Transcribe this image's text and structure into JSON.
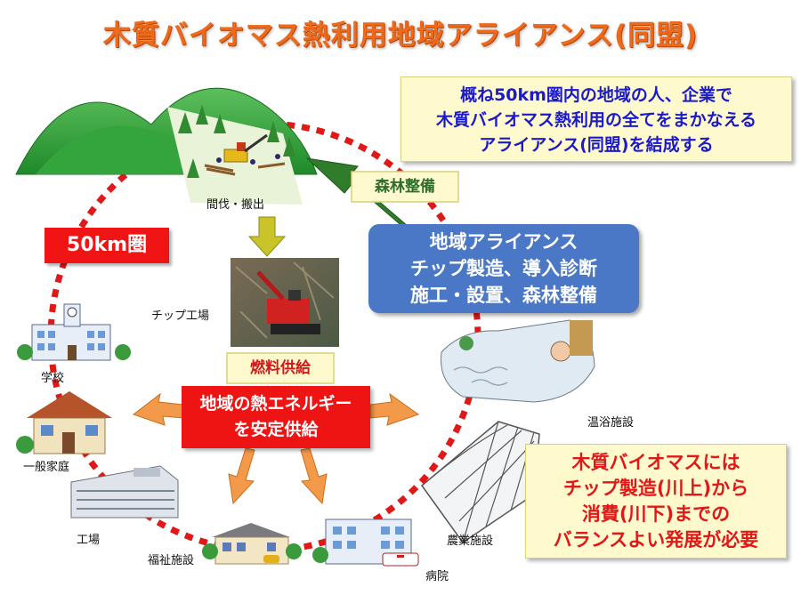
{
  "title": "木質バイオマス熱利用地域アライアンス(同盟)",
  "note_top": {
    "lines": [
      "概ね50km圏内の地域の人、企業で",
      "木質バイオマス熱利用の全てをまかなえる",
      "アライアンス(同盟)を結成する"
    ]
  },
  "labels": {
    "forest_maintenance": "森林整備",
    "radius": "50km圏",
    "fuel_supply": "燃料供給"
  },
  "alliance_box": {
    "lines": [
      "地域アライアンス",
      "チップ製造、導入診断",
      "施工・設置、森林整備"
    ]
  },
  "heat_box": {
    "lines": [
      "地域の熱エネルギー",
      "を安定供給"
    ]
  },
  "note_bottom": {
    "lines": [
      "木質バイオマスには",
      "チップ製造(川上)から",
      "消費(川下)までの",
      "バランスよい発展が必要"
    ]
  },
  "captions": {
    "thinning": "間伐・搬出",
    "chip_factory": "チップ工場",
    "school": "学校",
    "home": "一般家庭",
    "factory": "工場",
    "welfare": "福祉施設",
    "hospital": "病院",
    "agriculture": "農業施設",
    "bath": "温浴施設"
  },
  "colors": {
    "title": "#ee6a1a",
    "note_top_text": "#1a1acc",
    "note_bottom_text": "#e01818",
    "circle": "#e01818",
    "alliance_box": "#4a77c6",
    "heat_box": "#ee1414",
    "forest_arrow": "#2f7d2a",
    "orange_arrow": "#f39a4a"
  },
  "icons": [
    "forest-hill-icon",
    "chip-machine-photo",
    "school-icon",
    "house-icon",
    "factory-icon",
    "welfare-building-icon",
    "hospital-icon",
    "greenhouse-icon",
    "onsen-icon"
  ]
}
